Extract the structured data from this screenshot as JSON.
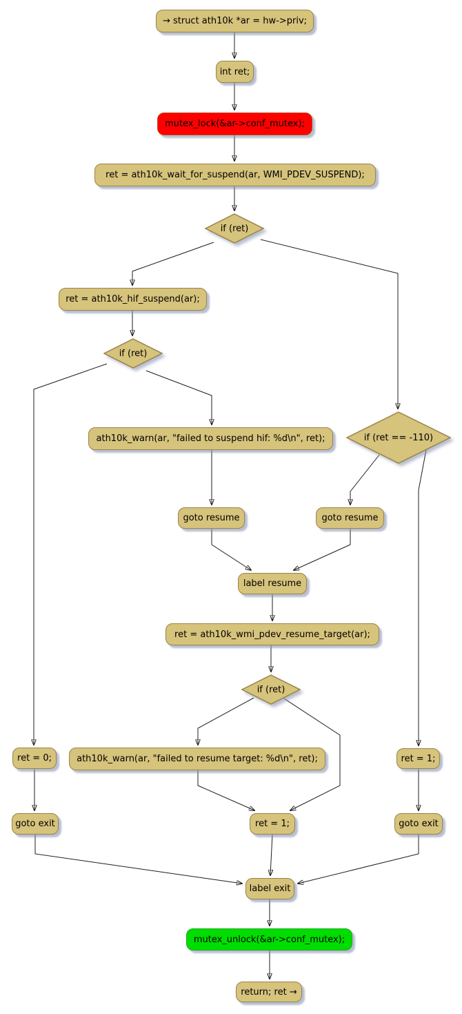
{
  "colors": {
    "node_fill": "#d6c37c",
    "node_border": "#9a8348",
    "mutex_lock_fill": "#ff0000",
    "mutex_unlock_fill": "#00dd00",
    "edge_color": "#1c1c1c",
    "background": "#ffffff"
  },
  "flowchart": {
    "nodes": [
      {
        "id": "start",
        "type": "activity",
        "label": "→ struct ath10k *ar = hw->priv;"
      },
      {
        "id": "int-ret",
        "type": "activity",
        "label": "int ret;"
      },
      {
        "id": "mutex-lock",
        "type": "activity",
        "label": "mutex_lock(&ar->conf_mutex);"
      },
      {
        "id": "wait-for-suspend",
        "type": "activity",
        "label": "ret = ath10k_wait_for_suspend(ar, WMI_PDEV_SUSPEND);"
      },
      {
        "id": "if-ret-1",
        "type": "decision",
        "label": "if (ret)"
      },
      {
        "id": "hif-suspend",
        "type": "activity",
        "label": "ret = ath10k_hif_suspend(ar);"
      },
      {
        "id": "if-ret-2",
        "type": "decision",
        "label": "if (ret)"
      },
      {
        "id": "warn-suspend-hif",
        "type": "activity",
        "label": "ath10k_warn(ar, \"failed to suspend hif: %d\\n\", ret);"
      },
      {
        "id": "if-ret-eq-110",
        "type": "decision",
        "label": "if (ret == -110)"
      },
      {
        "id": "goto-resume-left",
        "type": "activity",
        "label": "goto resume"
      },
      {
        "id": "goto-resume-right",
        "type": "activity",
        "label": "goto resume"
      },
      {
        "id": "label-resume",
        "type": "activity",
        "label": "label resume"
      },
      {
        "id": "pdev-resume-target",
        "type": "activity",
        "label": "ret = ath10k_wmi_pdev_resume_target(ar);"
      },
      {
        "id": "if-ret-3",
        "type": "decision",
        "label": "if (ret)"
      },
      {
        "id": "ret-0",
        "type": "activity",
        "label": "ret = 0;"
      },
      {
        "id": "warn-resume-target",
        "type": "activity",
        "label": "ath10k_warn(ar, \"failed to resume target: %d\\n\", ret);"
      },
      {
        "id": "ret-1-right",
        "type": "activity",
        "label": "ret = 1;"
      },
      {
        "id": "goto-exit-left",
        "type": "activity",
        "label": "goto exit"
      },
      {
        "id": "ret-1-center",
        "type": "activity",
        "label": "ret = 1;"
      },
      {
        "id": "goto-exit-right",
        "type": "activity",
        "label": "goto exit"
      },
      {
        "id": "label-exit",
        "type": "activity",
        "label": "label exit"
      },
      {
        "id": "mutex-unlock",
        "type": "activity",
        "label": "mutex_unlock(&ar->conf_mutex);"
      },
      {
        "id": "return-ret",
        "type": "activity",
        "label": "return; ret →"
      }
    ],
    "edges": [
      {
        "from": "start",
        "to": "int-ret"
      },
      {
        "from": "int-ret",
        "to": "mutex-lock"
      },
      {
        "from": "mutex-lock",
        "to": "wait-for-suspend"
      },
      {
        "from": "wait-for-suspend",
        "to": "if-ret-1"
      },
      {
        "from": "if-ret-1",
        "to": "hif-suspend"
      },
      {
        "from": "if-ret-1",
        "to": "if-ret-eq-110"
      },
      {
        "from": "hif-suspend",
        "to": "if-ret-2"
      },
      {
        "from": "if-ret-2",
        "to": "ret-0"
      },
      {
        "from": "if-ret-2",
        "to": "warn-suspend-hif"
      },
      {
        "from": "warn-suspend-hif",
        "to": "goto-resume-left"
      },
      {
        "from": "if-ret-eq-110",
        "to": "goto-resume-right"
      },
      {
        "from": "if-ret-eq-110",
        "to": "ret-1-right"
      },
      {
        "from": "goto-resume-left",
        "to": "label-resume"
      },
      {
        "from": "goto-resume-right",
        "to": "label-resume"
      },
      {
        "from": "label-resume",
        "to": "pdev-resume-target"
      },
      {
        "from": "pdev-resume-target",
        "to": "if-ret-3"
      },
      {
        "from": "if-ret-3",
        "to": "warn-resume-target"
      },
      {
        "from": "if-ret-3",
        "to": "ret-1-center"
      },
      {
        "from": "warn-resume-target",
        "to": "ret-1-center"
      },
      {
        "from": "ret-0",
        "to": "goto-exit-left"
      },
      {
        "from": "ret-1-right",
        "to": "goto-exit-right"
      },
      {
        "from": "goto-exit-left",
        "to": "label-exit"
      },
      {
        "from": "ret-1-center",
        "to": "label-exit"
      },
      {
        "from": "goto-exit-right",
        "to": "label-exit"
      },
      {
        "from": "label-exit",
        "to": "mutex-unlock"
      },
      {
        "from": "mutex-unlock",
        "to": "return-ret"
      }
    ]
  }
}
